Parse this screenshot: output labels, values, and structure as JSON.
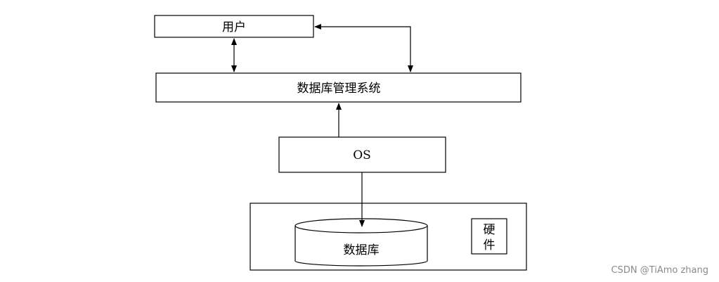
{
  "nodes": {
    "user": "用户",
    "dbms": "数据库管理系统",
    "os": "OS",
    "database": "数据库",
    "hardware_line1": "硬",
    "hardware_line2": "件"
  },
  "watermark": "CSDN @TiAmo zhang",
  "colors": {
    "stroke": "#000000",
    "background": "#ffffff",
    "watermark": "#8a8a8a"
  }
}
